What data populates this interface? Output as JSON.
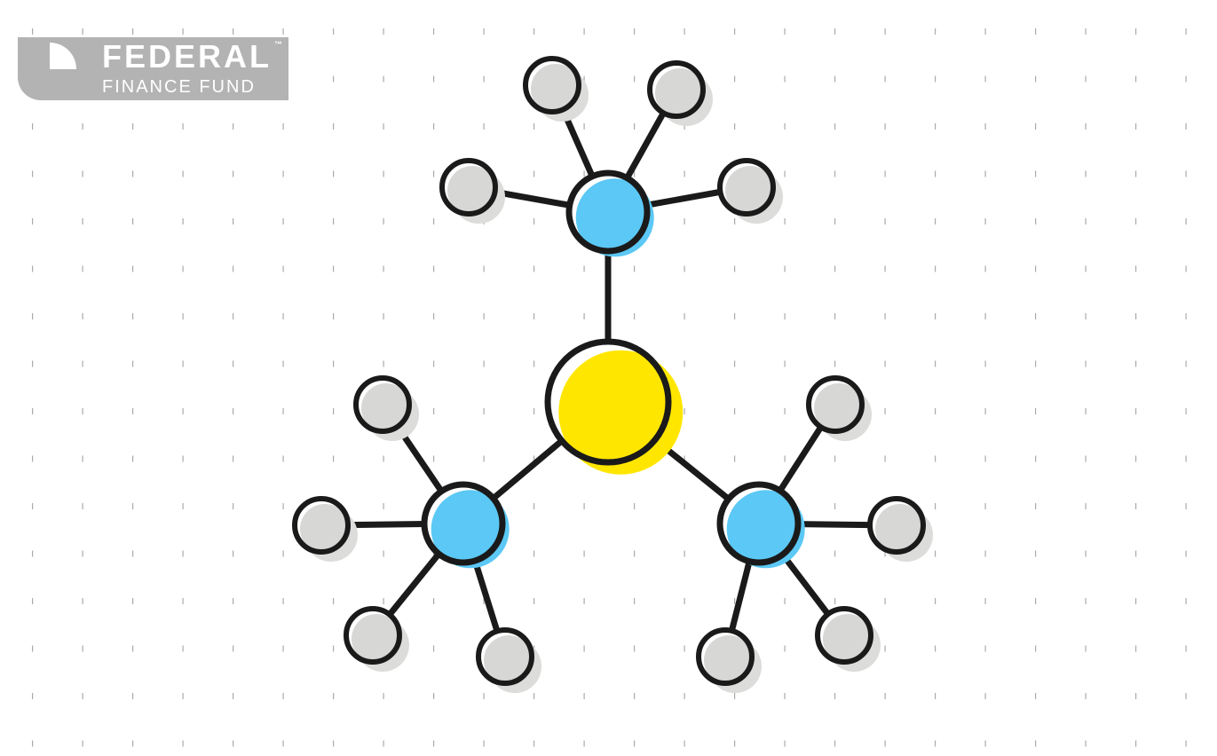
{
  "logo": {
    "title": "FEDERAL",
    "trademark": "™",
    "subtitle": "FINANCE FUND",
    "background_color": "#b3b3b3"
  },
  "colors": {
    "bond": "#1a1a1a",
    "central_atom": "#ffe600",
    "mid_atom": "#5bc8f5",
    "outer_atom": "#d7d7d5",
    "shadow": "#dcdcda",
    "grid_dots": "#aaaaaa"
  },
  "molecule": {
    "nodes": [
      {
        "id": "center",
        "type": "central"
      },
      {
        "id": "n-top",
        "type": "mid"
      },
      {
        "id": "n-left",
        "type": "mid"
      },
      {
        "id": "n-right",
        "type": "mid"
      },
      {
        "id": "h-top-1",
        "type": "outer"
      },
      {
        "id": "h-top-2",
        "type": "outer"
      },
      {
        "id": "h-top-3",
        "type": "outer"
      },
      {
        "id": "h-top-4",
        "type": "outer"
      },
      {
        "id": "h-left-1",
        "type": "outer"
      },
      {
        "id": "h-left-2",
        "type": "outer"
      },
      {
        "id": "h-left-3",
        "type": "outer"
      },
      {
        "id": "h-left-4",
        "type": "outer"
      },
      {
        "id": "h-right-1",
        "type": "outer"
      },
      {
        "id": "h-right-2",
        "type": "outer"
      },
      {
        "id": "h-right-3",
        "type": "outer"
      },
      {
        "id": "h-right-4",
        "type": "outer"
      }
    ],
    "edges": [
      [
        "center",
        "n-top"
      ],
      [
        "center",
        "n-left"
      ],
      [
        "center",
        "n-right"
      ],
      [
        "n-top",
        "h-top-1"
      ],
      [
        "n-top",
        "h-top-2"
      ],
      [
        "n-top",
        "h-top-3"
      ],
      [
        "n-top",
        "h-top-4"
      ],
      [
        "n-left",
        "h-left-1"
      ],
      [
        "n-left",
        "h-left-2"
      ],
      [
        "n-left",
        "h-left-3"
      ],
      [
        "n-left",
        "h-left-4"
      ],
      [
        "n-right",
        "h-right-1"
      ],
      [
        "n-right",
        "h-right-2"
      ],
      [
        "n-right",
        "h-right-3"
      ],
      [
        "n-right",
        "h-right-4"
      ]
    ]
  }
}
